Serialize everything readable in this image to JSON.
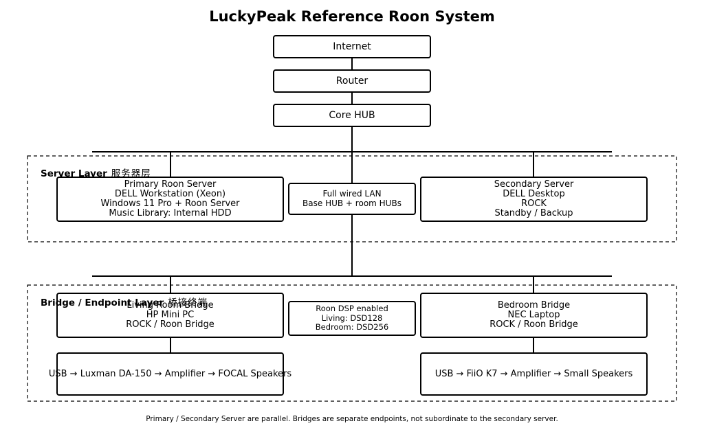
{
  "title": "LuckyPeak Reference Roon System",
  "network": {
    "internet": "Internet",
    "router": "Router",
    "core_hub": "Core HUB"
  },
  "server_layer": {
    "label": "Server Layer",
    "label_cjk": "服务器层",
    "primary": [
      "Primary Roon Server",
      "DELL Workstation (Xeon)",
      "Windows 11 Pro + Roon Server",
      "Music Library: Internal HDD"
    ],
    "lan_note": [
      "Full wired LAN",
      "Base HUB + room HUBs"
    ],
    "secondary": [
      "Secondary Server",
      "DELL Desktop",
      "ROCK",
      "Standby / Backup"
    ]
  },
  "bridge_layer": {
    "label": "Bridge / Endpoint Layer",
    "label_cjk": "桥接终端",
    "living_bridge": [
      "Living Room Bridge",
      "HP Mini PC",
      "ROCK / Roon Bridge"
    ],
    "dsp_note": [
      "Roon DSP enabled",
      "Living: DSD128",
      "Bedroom: DSD256"
    ],
    "bedroom_bridge": [
      "Bedroom Bridge",
      "NEC Laptop",
      "ROCK / Roon Bridge"
    ],
    "living_chain": "USB → Luxman DA-150 → Amplifier → FOCAL Speakers",
    "bedroom_chain": "USB → FiiO K7 → Amplifier → Small Speakers"
  },
  "footer": "Primary / Secondary Server are parallel. Bridges are separate endpoints, not subordinate to the secondary server."
}
